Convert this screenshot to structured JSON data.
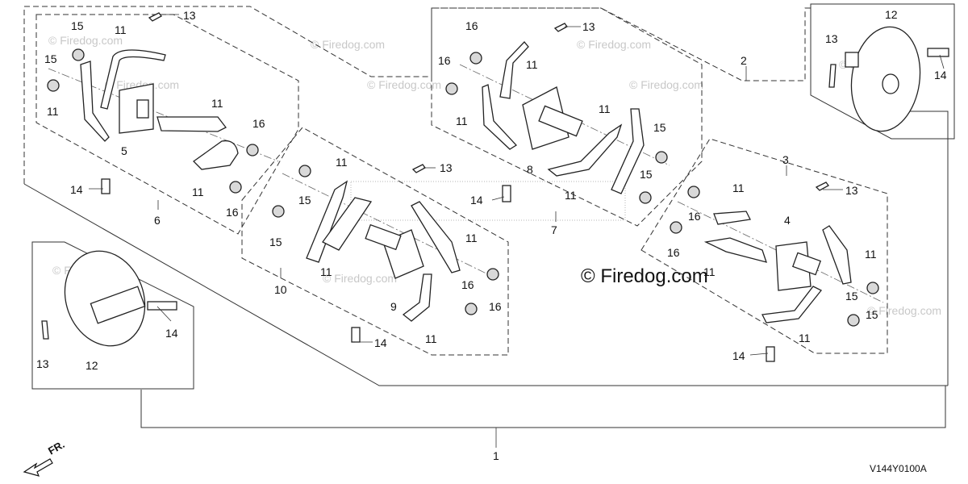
{
  "diagram": {
    "drawing_code": "V144Y0100A",
    "front_marker": "FR.",
    "watermark": "© Firedog.com",
    "callouts": {
      "c1": "1",
      "c2": "2",
      "c3": "3",
      "c4": "4",
      "c5": "5",
      "c6": "6",
      "c7": "7",
      "c8": "8",
      "c9": "9",
      "c10": "10",
      "c11": "11",
      "c12": "12",
      "c13": "13",
      "c14": "14",
      "c15": "15",
      "c16": "16"
    }
  }
}
